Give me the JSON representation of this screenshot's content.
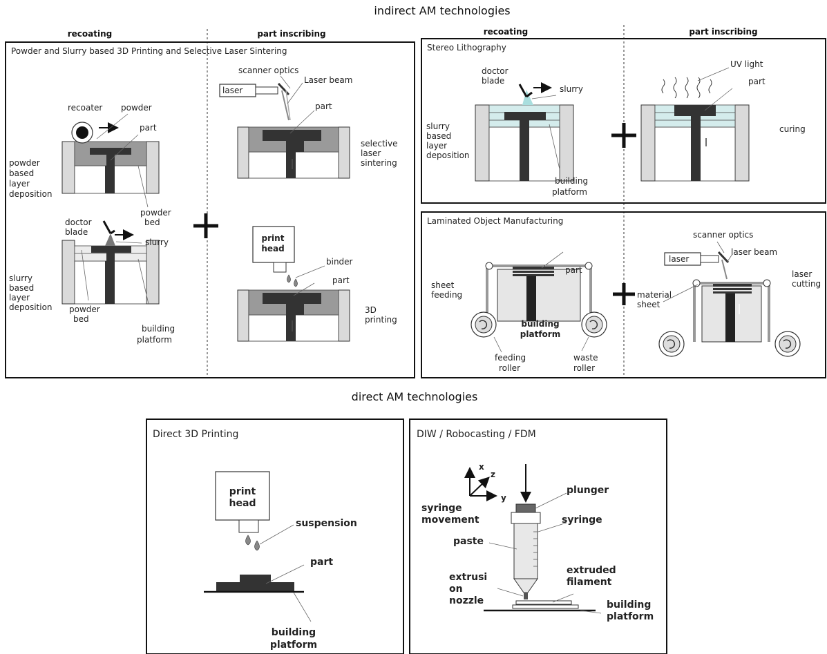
{
  "headings": {
    "indirect": "indirect AM technologies",
    "direct": "direct AM technologies",
    "recoating": "recoating",
    "part_inscribing": "part inscribing"
  },
  "panel_a": {
    "title": "Powder and Slurry based 3D Printing and Selective Laser Sintering",
    "recoater": "recoater",
    "powder": "powder",
    "part": "part",
    "powder_based": [
      "powder",
      "based",
      "layer",
      "deposition"
    ],
    "powder_bed": [
      "powder",
      "bed"
    ],
    "doctor_blade": [
      "doctor",
      "blade"
    ],
    "slurry": "slurry",
    "slurry_based": [
      "slurry",
      "based",
      "layer",
      "deposition"
    ],
    "powder_bed_2": [
      "powder",
      "bed"
    ],
    "building_platform": [
      "building",
      "platform"
    ],
    "scanner_optics": "scanner optics",
    "laser": "laser",
    "laser_beam": "Laser beam",
    "part_2": "part",
    "sls": [
      "selective",
      "laser",
      "sintering"
    ],
    "print_head": [
      "print",
      "head"
    ],
    "binder": "binder",
    "part_3": "part",
    "printing3d": [
      "3D",
      "printing"
    ]
  },
  "panel_b": {
    "title": "Stereo Lithography",
    "doctor_blade": [
      "doctor",
      "blade"
    ],
    "slurry": "slurry",
    "slurry_based": [
      "slurry",
      "based",
      "layer",
      "deposition"
    ],
    "building_platform": [
      "building",
      "platform"
    ],
    "uv_light": "UV light",
    "part": "part",
    "curing": "curing"
  },
  "panel_c": {
    "title": "Laminated Object Manufacturing",
    "sheet_feeding": [
      "sheet",
      "feeding"
    ],
    "part": "part",
    "building_platform": [
      "building",
      "platform"
    ],
    "feeding_roller": [
      "feeding",
      "roller"
    ],
    "waste_roller": [
      "waste",
      "roller"
    ],
    "scanner_optics": "scanner optics",
    "laser": "laser",
    "laser_beam": "laser beam",
    "material_sheet": [
      "material",
      "sheet"
    ],
    "laser_cutting": [
      "laser",
      "cutting"
    ]
  },
  "panel_d": {
    "title": "Direct 3D Printing",
    "print_head": [
      "print",
      "head"
    ],
    "suspension": "suspension",
    "part": "part",
    "building_platform": [
      "building",
      "platform"
    ]
  },
  "panel_e": {
    "title": "DIW / Robocasting / FDM",
    "axis_x": "x",
    "axis_z": "z",
    "axis_y": "y",
    "plunger": "plunger",
    "syringe_movement": [
      "syringe",
      "movement"
    ],
    "syringe": "syringe",
    "paste": "paste",
    "extrusion_nozzle": [
      "extrusi",
      "on",
      "nozzle"
    ],
    "extruded_filament": [
      "extruded",
      "filament"
    ],
    "building_platform": [
      "building",
      "platform"
    ]
  }
}
